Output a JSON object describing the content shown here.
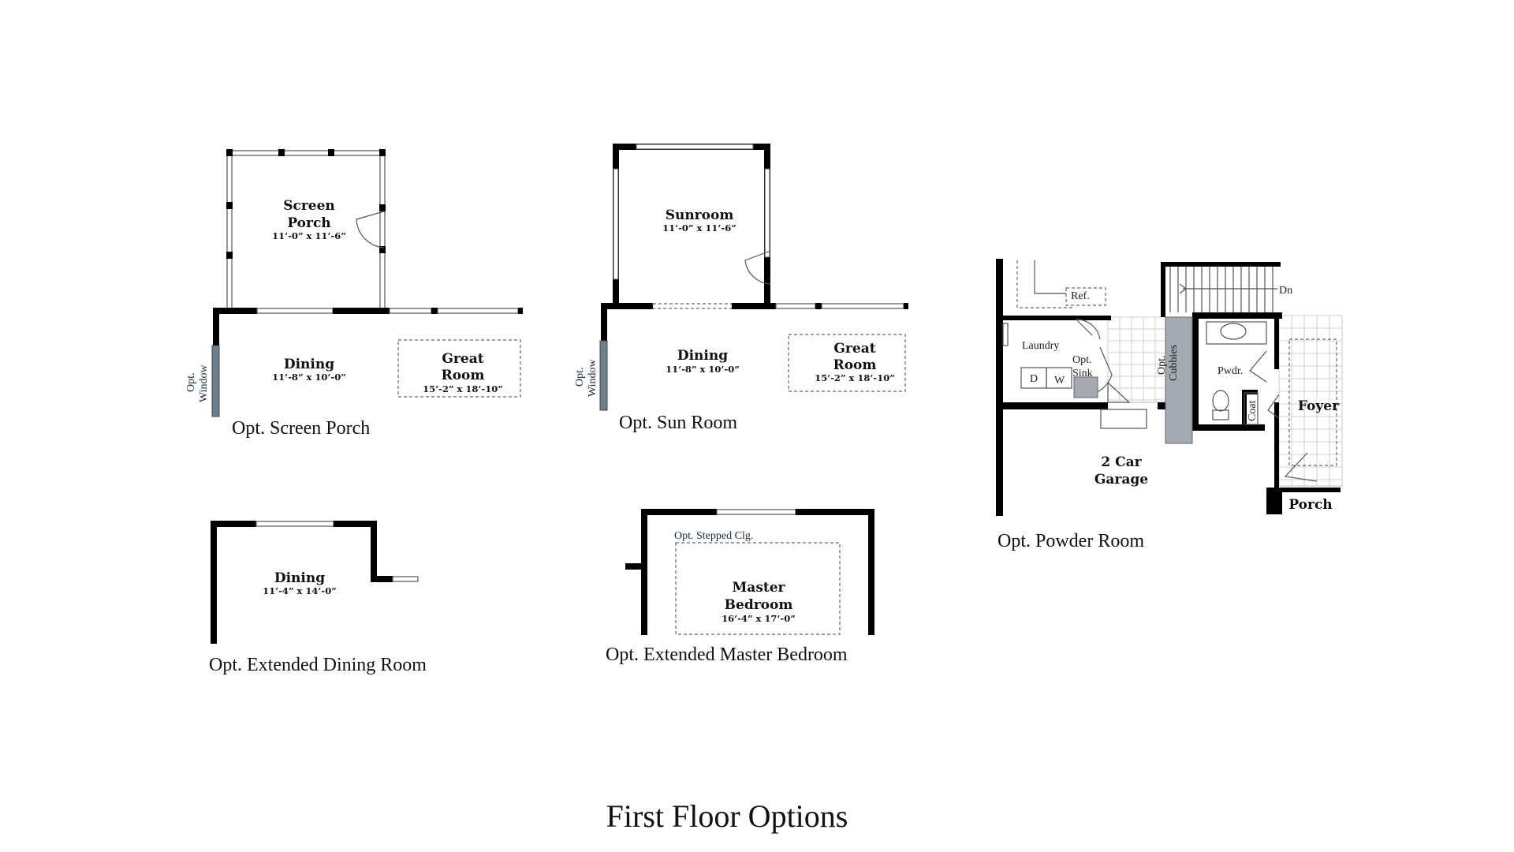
{
  "page_title": "First Floor Options",
  "screen_porch": {
    "caption": "Opt. Screen Porch",
    "room_name_1": "Screen",
    "room_name_2": "Porch",
    "room_dim": "11’-0” x 11’-6”",
    "dining_name": "Dining",
    "dining_dim": "11’-8” x 10’-0”",
    "great_name_1": "Great",
    "great_name_2": "Room",
    "great_dim": "15’-2” x 18’-10”",
    "opt_label": "Opt.",
    "window_label": "Window"
  },
  "sun_room": {
    "caption": "Opt. Sun Room",
    "room_name": "Sunroom",
    "room_dim": "11’-0” x 11’-6”",
    "dining_name": "Dining",
    "dining_dim": "11’-8” x 10’-0”",
    "great_name_1": "Great",
    "great_name_2": "Room",
    "great_dim": "15’-2” x 18’-10”",
    "opt_label": "Opt.",
    "window_label": "Window"
  },
  "extended_dining": {
    "caption": "Opt. Extended Dining Room",
    "room_name": "Dining",
    "room_dim": "11’-4” x 14’-0”"
  },
  "extended_master": {
    "caption": "Opt. Extended Master Bedroom",
    "ceiling_note": "Opt. Stepped Clg.",
    "room_name_1": "Master",
    "room_name_2": "Bedroom",
    "room_dim": "16’-4” x 17’-0”"
  },
  "powder_room": {
    "caption": "Opt. Powder Room",
    "ref_label": "Ref.",
    "dn_label": "Dn",
    "laundry_label": "Laundry",
    "opt_label": "Opt.",
    "sink_label": "Sink",
    "cubbies_label": "Cubbies",
    "dryer_label": "D",
    "washer_label": "W",
    "pwdr_label": "Pwdr.",
    "coat_label": "Coat",
    "foyer_label": "Foyer",
    "garage_name_1": "2 Car",
    "garage_name_2": "Garage",
    "porch_label": "Porch"
  },
  "colors": {
    "wall": "#000000",
    "optional_window": "#6e7f8c",
    "cubbies_fill": "#a3aab1",
    "background": "#ffffff"
  }
}
